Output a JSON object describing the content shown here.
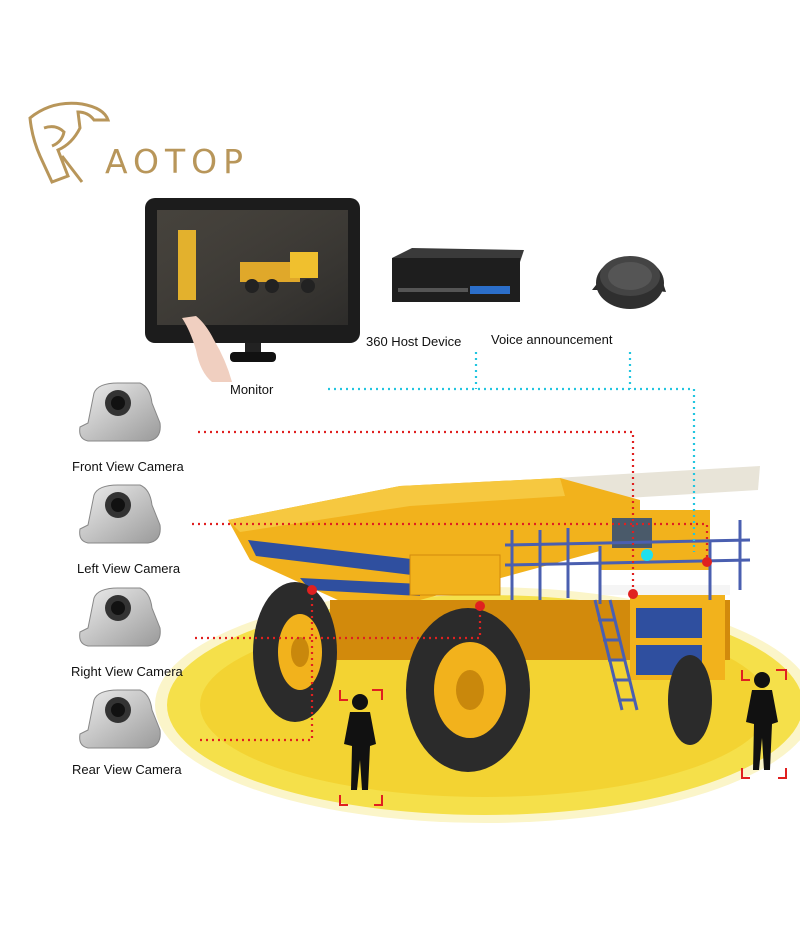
{
  "brand": {
    "name": "AOTOP",
    "color": "#b8965a"
  },
  "labels": {
    "monitor": "Monitor",
    "host": "360 Host Device",
    "voice": "Voice announcement",
    "front_camera": "Front View Camera",
    "left_camera": "Left View Camera",
    "right_camera": "Right View Camera",
    "rear_camera": "Rear View Camera"
  },
  "colors": {
    "truck_body": "#f2b21c",
    "truck_dark": "#d28a0c",
    "panel_blue": "#2f4f9f",
    "ground_zone": "#f7e35a",
    "camera_line": "#e02020",
    "device_line": "#22c5e0"
  }
}
